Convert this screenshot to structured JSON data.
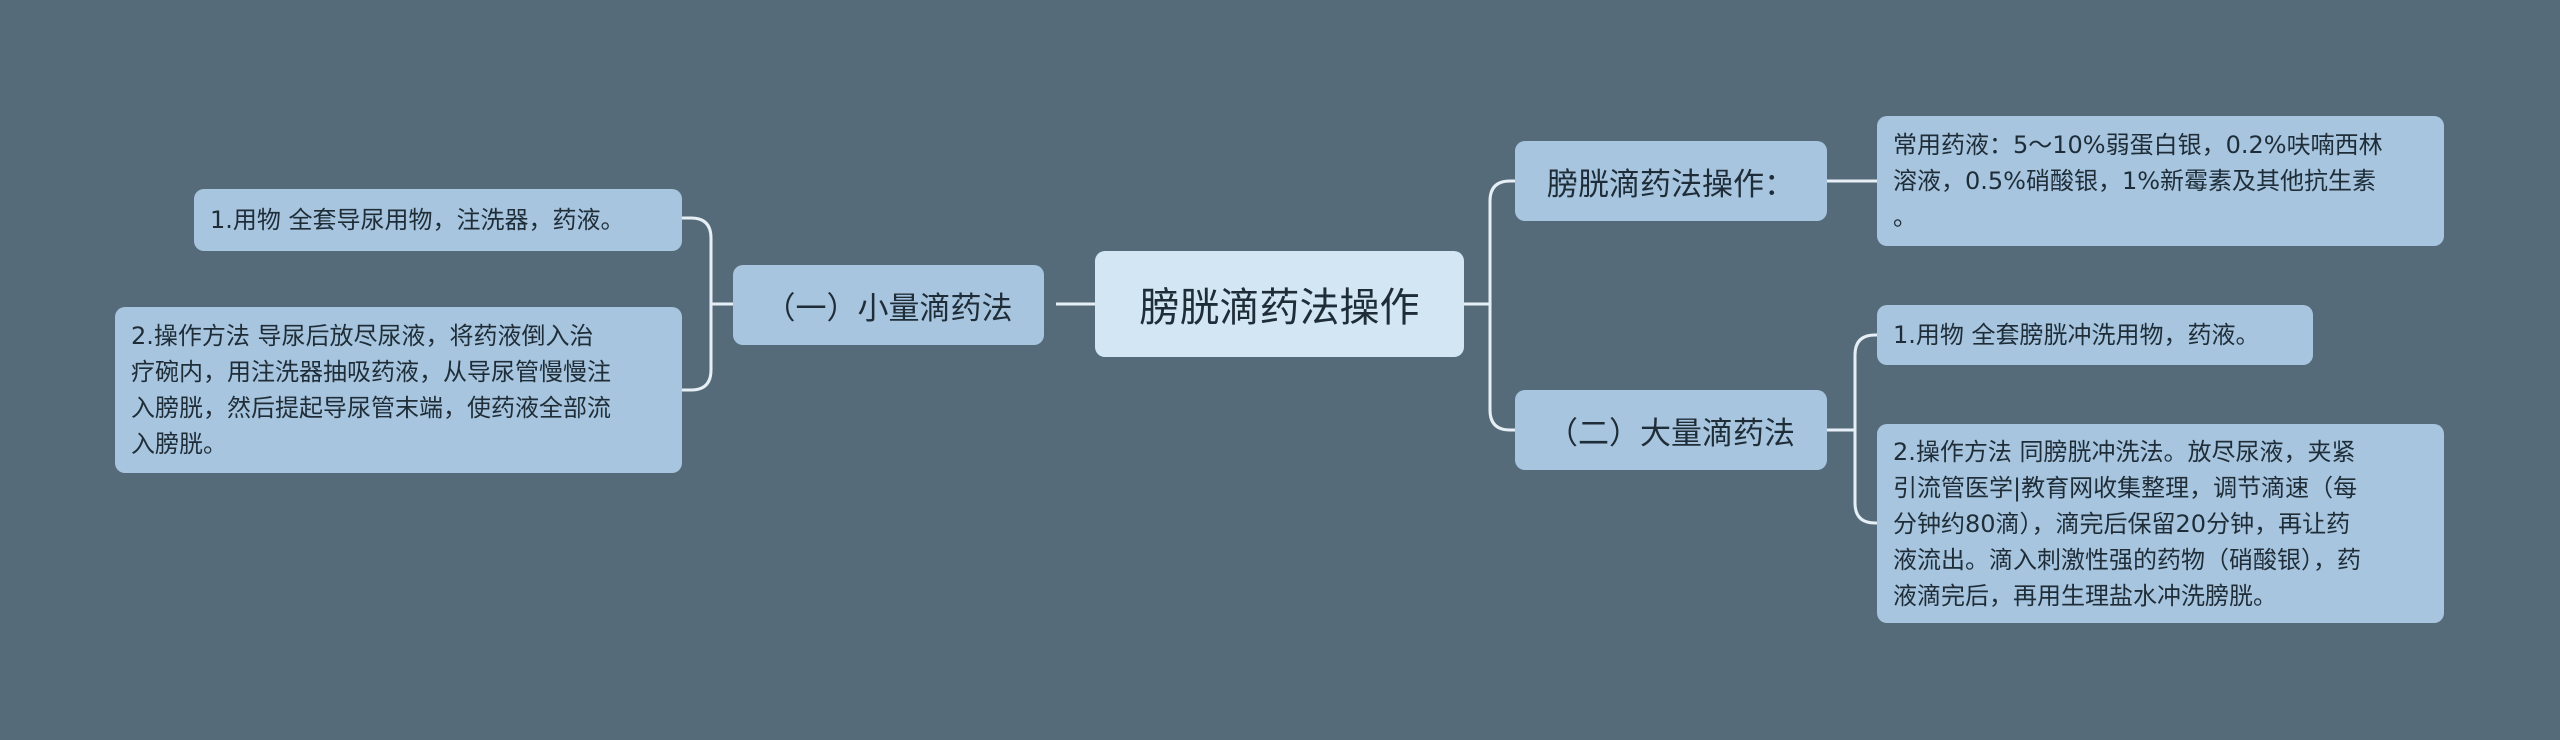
{
  "colors": {
    "background": "#566b79",
    "root_fill": "#d2e7f3",
    "node_fill": "#a7c5de",
    "connector": "#e6eff5",
    "text": "#1f2d38"
  },
  "root": {
    "label": "膀胱滴药法操作"
  },
  "left": {
    "branch": {
      "label": "（一）小量滴药法"
    },
    "leaves": [
      {
        "text": "1.用物 全套导尿用物，注洗器，药液。"
      },
      {
        "text": "2.操作方法 导尿后放尽尿液，将药液倒入治\n疗碗内，用注洗器抽吸药液，从导尿管慢慢注\n入膀胱，然后提起导尿管末端，使药液全部流\n入膀胱。"
      }
    ]
  },
  "right": {
    "branches": [
      {
        "label": "膀胱滴药法操作：",
        "leaves": [
          {
            "text": "常用药液：5～10%弱蛋白银，0.2%呋喃西林\n溶液，0.5%硝酸银，1%新霉素及其他抗生素\n。"
          }
        ]
      },
      {
        "label": "（二）大量滴药法",
        "leaves": [
          {
            "text": "1.用物 全套膀胱冲洗用物，药液。"
          },
          {
            "text": "2.操作方法 同膀胱冲洗法。放尽尿液，夹紧\n引流管医学|教育网收集整理，调节滴速（每\n分钟约80滴），滴完后保留20分钟，再让药\n液流出。滴入刺激性强的药物（硝酸银），药\n液滴完后，再用生理盐水冲洗膀胱。"
          }
        ]
      }
    ]
  }
}
